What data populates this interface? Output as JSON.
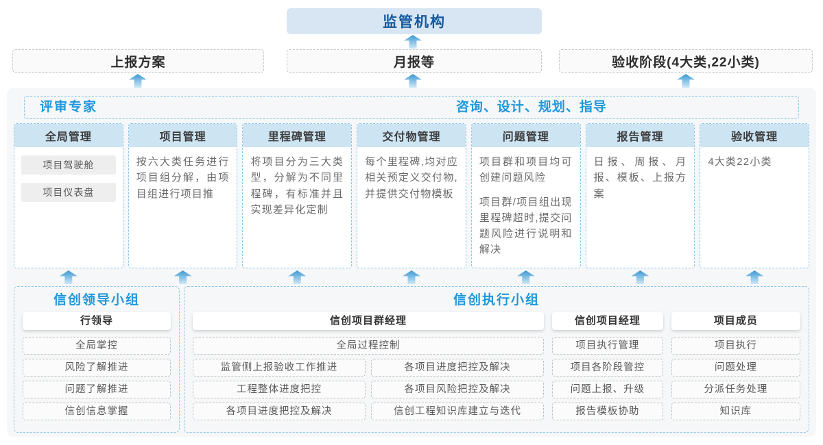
{
  "top": {
    "regulator": "监管机构",
    "report_boxes": [
      "上报方案",
      "月报等",
      "验收阶段(4大类,22小类)"
    ]
  },
  "panel": {
    "experts_label": "评审专家",
    "guidance_label": "咨询、设计、规划、指导",
    "columns": [
      {
        "title": "全局管理",
        "chips": [
          "项目驾驶舱",
          "项目仪表盘"
        ]
      },
      {
        "title": "项目管理",
        "paragraphs": [
          "按六大类任务进行项目组分解，由项目组进行项目推"
        ]
      },
      {
        "title": "里程碑管理",
        "paragraphs": [
          "将项目分为三大类型，分解为不同里程碑，有标准并且实现差异化定制"
        ]
      },
      {
        "title": "交付物管理",
        "paragraphs": [
          "每个里程碑,均对应相关预定义交付物,并提供交付物模板"
        ]
      },
      {
        "title": "问题管理",
        "paragraphs": [
          "项目群和项目均可创建问题风险",
          "项目群/项目组出现里程碑超时,提交问题风险进行说明和解决"
        ]
      },
      {
        "title": "报告管理",
        "paragraphs": [
          "日报、周报、月报、模板、上报方案"
        ]
      },
      {
        "title": "验收管理",
        "paragraphs": [
          "4大类22小类"
        ]
      }
    ]
  },
  "groups": {
    "leadership": {
      "title": "信创领导小组",
      "role": "行领导",
      "items": [
        "全局掌控",
        "风险了解推进",
        "问题了解推进",
        "信创信息掌握"
      ]
    },
    "execution": {
      "title": "信创执行小组",
      "program_manager": {
        "role": "信创项目群经理",
        "full_item": "全局过程控制",
        "grid_items": [
          "监管侧上报验收工作推进",
          "各项目进度把控及解决",
          "工程整体进度把控",
          "各项目风险把控及解决",
          "各项目进度把控及解决",
          "信创工程知识库建立与迭代"
        ]
      },
      "project_manager": {
        "role": "信创项目经理",
        "items": [
          "项目执行管理",
          "项目各阶段管控",
          "问题上报、升级",
          "报告模板协助"
        ]
      },
      "members": {
        "role": "项目成员",
        "items": [
          "项目执行",
          "问题处理",
          "分派任务处理",
          "知识库"
        ]
      }
    }
  },
  "colors": {
    "regulator_bg": "#d8e6f3",
    "regulator_text": "#15599e",
    "accent_blue_text": "#1f97dd",
    "dashed_blue_border": "#8ac5e8",
    "column_header_bg": "#cde4f2",
    "panel_bg": "#f6f7f8",
    "arrow_blue": "#3d96d2"
  }
}
